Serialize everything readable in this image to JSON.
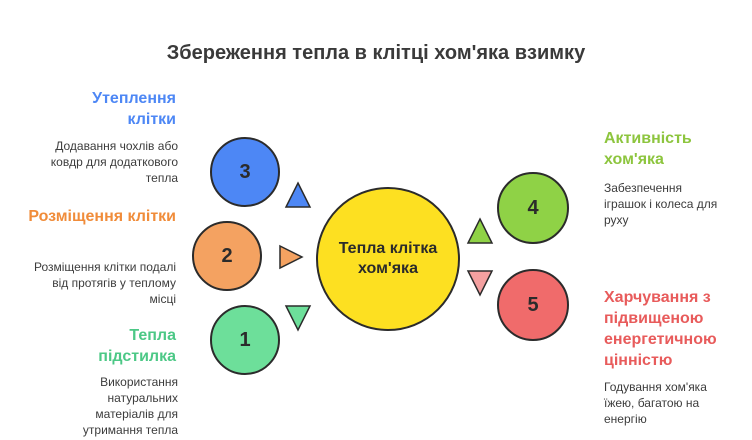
{
  "title": "Збереження тепла в клітці хом'яка взимку",
  "center": {
    "label": "Тепла клітка хом'яка",
    "color": "#fde021"
  },
  "items": [
    {
      "number": "3",
      "color": "#4d87f5",
      "heading": "Утеплення клітки",
      "heading_color": "#4d87f5",
      "description": "Додавання чохлів або ковдр для додаткового тепла",
      "arrow_color": "#4d87f5"
    },
    {
      "number": "2",
      "color": "#f4a261",
      "heading": "Розміщення клітки",
      "heading_color": "#f08c3a",
      "description": "Розміщення клітки подалі від протягів у теплому місці",
      "arrow_color": "#f4a261"
    },
    {
      "number": "1",
      "color": "#6ddf9a",
      "heading": "Тепла підстилка",
      "heading_color": "#4cc886",
      "description": "Використання натуральних матеріалів для утримання тепла",
      "arrow_color": "#6ddf9a"
    },
    {
      "number": "4",
      "color": "#8fd246",
      "heading": "Активність хом'яка",
      "heading_color": "#8dc53e",
      "description": "Забезпечення іграшок і колеса для руху",
      "arrow_color": "#8fd246"
    },
    {
      "number": "5",
      "color": "#f06b6b",
      "heading": "Харчування з підвищеною енергетичною цінністю",
      "heading_color": "#e85b5b",
      "description": "Годування хом'яка їжею, багатою на енергію",
      "arrow_color": "#f4a0a0"
    }
  ]
}
